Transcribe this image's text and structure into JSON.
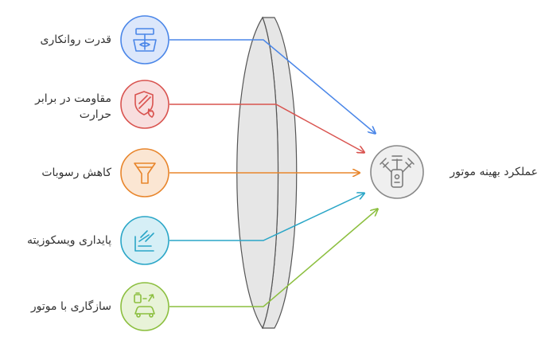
{
  "inputs": [
    {
      "label": "قدرت روانکاری",
      "color": "#4a86e8",
      "fill": "#dce7fb",
      "icon": "lubrication-pump-icon"
    },
    {
      "label_lines": [
        "مقاومت در برابر",
        "حرارت"
      ],
      "color": "#d9534f",
      "fill": "#f8dede",
      "icon": "heat-shield-icon"
    },
    {
      "label": "کاهش رسوبات",
      "color": "#e8852b",
      "fill": "#fbe6d3",
      "icon": "filter-funnel-icon"
    },
    {
      "label": "پایداری ویسکوزیته",
      "color": "#2aa6c7",
      "fill": "#d6eff6",
      "icon": "viscosity-flow-icon"
    },
    {
      "label": "سازگاری با موتور",
      "color": "#8cbf3f",
      "fill": "#e8f3d8",
      "icon": "car-compatibility-icon"
    }
  ],
  "output": {
    "label": "عملکرد بهینه موتور",
    "color": "#888888",
    "fill": "#efefef",
    "icon": "engine-icon"
  },
  "lens": {
    "fill": "#e6e6e6",
    "stroke": "#555555"
  }
}
